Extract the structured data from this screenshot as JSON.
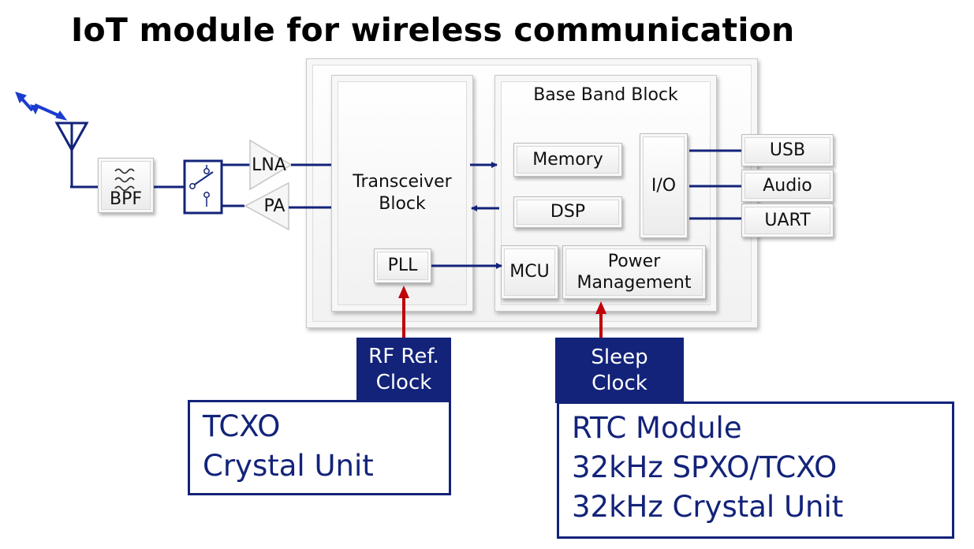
{
  "title": "IoT module for wireless communication",
  "blocks": {
    "bpf": "BPF",
    "lna": "LNA",
    "pa": "PA",
    "transceiver": "Transceiver\nBlock",
    "pll": "PLL",
    "baseband": "Base Band Block",
    "memory": "Memory",
    "dsp": "DSP",
    "io": "I/O",
    "usb": "USB",
    "audio": "Audio",
    "uart": "UART",
    "mcu": "MCU",
    "power": "Power\nManagement"
  },
  "clocks": {
    "rf_ref": "RF Ref.\nClock",
    "sleep": "Sleep\nClock"
  },
  "sources": {
    "tcxo": [
      "TCXO",
      "Crystal Unit"
    ],
    "rtc": [
      "RTC Module",
      "32kHz SPXO/TCXO",
      "32kHz Crystal Unit"
    ]
  },
  "colors": {
    "navy": "#13237a",
    "arrow_red": "#c0000b",
    "signal_blue": "#0a1f9e"
  }
}
